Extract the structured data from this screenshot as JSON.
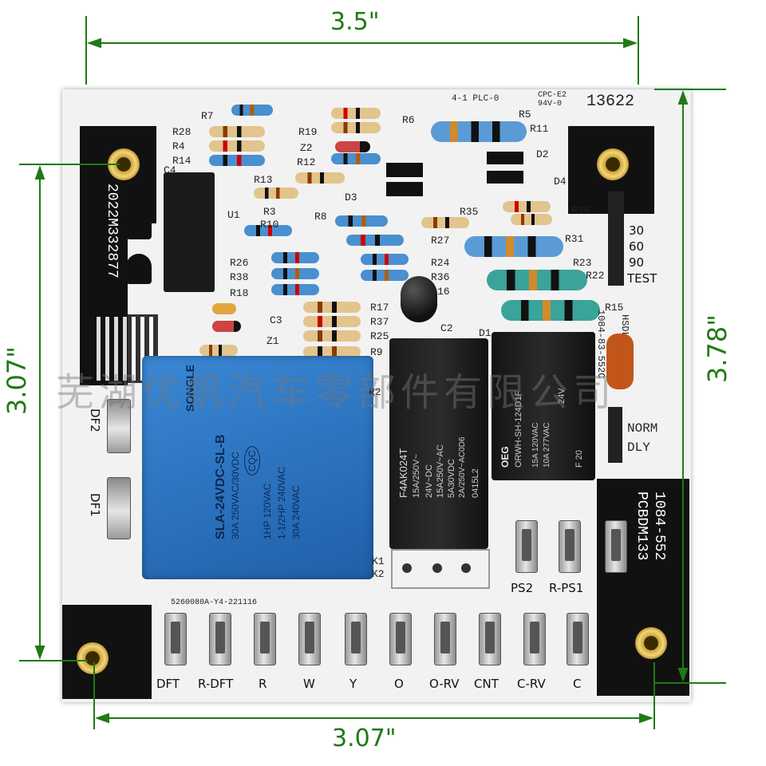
{
  "dimensions": {
    "top": "3.5\"",
    "right": "3.78\"",
    "left": "3.07\"",
    "bottom": "3.07\""
  },
  "board": {
    "left_vertical_code": "2022M332877",
    "top_code": "13622",
    "cert_mark": "CPC-E2\n94V-0",
    "part_side": "1084-83-552C",
    "part_label_1": "1084-552",
    "part_label_2": "PCBDM133",
    "hsdl": "HSDL",
    "norm": "NORM",
    "dly": "DLY",
    "plc": "4-1 PLC-0",
    "small_print": "5260080A-Y4-221116",
    "timing": [
      "30",
      "60",
      "90",
      "TEST"
    ]
  },
  "terminals_bottom": [
    "DFT",
    "R-DFT",
    "R",
    "W",
    "Y",
    "O",
    "O-RV",
    "CNT",
    "C-RV",
    "C"
  ],
  "terminals_right": [
    "PS2",
    "R-PS1",
    "C"
  ],
  "terminals_left": [
    "DF2",
    "DF1"
  ],
  "component_refs": {
    "R7": "R7",
    "R28": "R28",
    "R4": "R4",
    "R14": "R14",
    "C4": "C4",
    "R13": "R13",
    "U1": "U1",
    "R3": "R3",
    "R19": "R19",
    "Z2": "Z2",
    "R12": "R12",
    "R6": "R6",
    "R5": "R5",
    "R11": "R11",
    "D2": "D2",
    "D4": "D4",
    "D3": "D3",
    "R8": "R8",
    "R10": "R10",
    "R26": "R26",
    "R38": "R38",
    "R18": "R18",
    "R35": "R35",
    "R30": "R30",
    "R27": "R27",
    "R31": "R31",
    "R24": "R24",
    "R36": "R36",
    "R23": "R23",
    "R22": "R22",
    "R15": "R15",
    "R17": "R17",
    "R37": "R37",
    "R25": "R25",
    "R9": "R9",
    "C3": "C3",
    "Z1": "Z1",
    "C2": "C2",
    "K1": "K1",
    "K2": "K2",
    "R2": "R2",
    "D1": "D1",
    "16": "16"
  },
  "relays": {
    "k1": {
      "brand": "SONGLE",
      "model": "SLA-24VDC-SL-B",
      "rating_1": "30A 250VAC/30VDC",
      "rating_2": "1HP 120VAC",
      "rating_3": "1-1/2HP 240VAC",
      "rating_4": "30A 240VAC",
      "cert": "CQC"
    },
    "k2": {
      "model": "F4AK024T",
      "r1": "15A/250V~",
      "r2": "24V~DC",
      "r3": "15A250V~AC",
      "r4": "5A30VDC",
      "r5": "2A/250V~AC0D6",
      "date": "0415L2"
    },
    "k3": {
      "brand": "OEG",
      "model": "ORWH-SH-124D1F",
      "r1": "15A 120VAC",
      "r2": "10A 277VAC",
      "r3": "24V",
      "date": "F 20"
    }
  },
  "watermark": "芜湖优帆汽车零部件有限公司",
  "colors": {
    "dimension_line": "#1f7a14",
    "board": "#f2f2f2",
    "k1_relay": "#2e78c8",
    "k2_relay": "#111111",
    "gold": "#d8b24a"
  }
}
